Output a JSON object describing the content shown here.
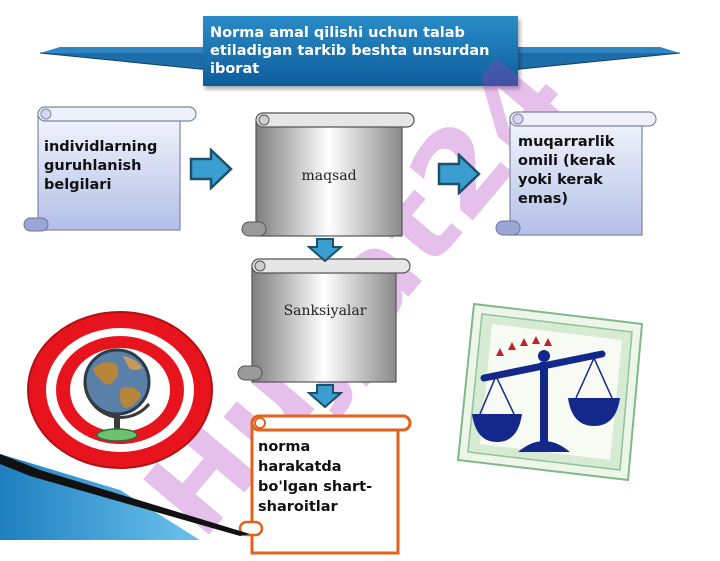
{
  "title": "Norma amal qilishi uchun talab etiladigan  tarkib beshta unsurdan iborat",
  "boxes": {
    "left": "individlarning guruhlanish belgilari",
    "center": "maqsad",
    "right": "muqarrarlik omili (kerak yoki kerak emas)",
    "middle": "Sanksiyalar",
    "bottom": "norma harakatda bo'lgan shart-sharoitlar"
  },
  "watermark": "Hujjat24",
  "colors": {
    "title_bg": "#1a73b5",
    "arrow": "#3a9fd0",
    "scroll_light": "#e8ecf8",
    "scroll_dark": "#b8c4ea",
    "bottom_border": "#e2621b",
    "target_red": "#e8141d"
  }
}
